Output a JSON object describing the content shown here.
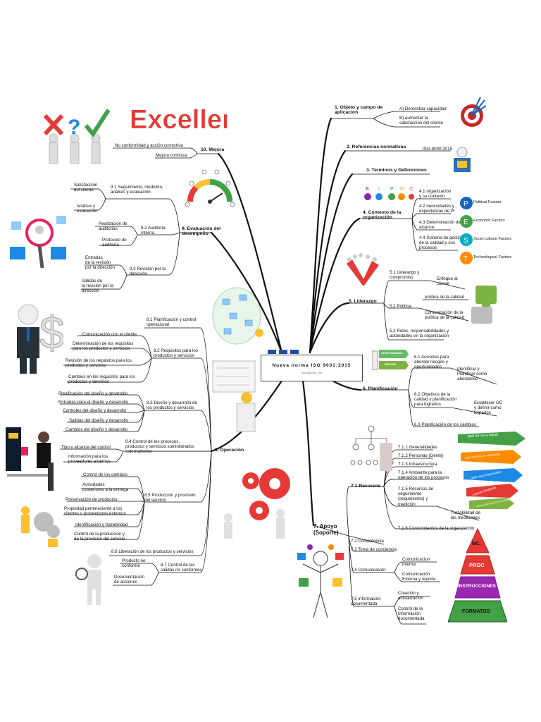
{
  "center": {
    "title": "Nueva norma ISO 9001:2015",
    "date": "14/12/2016 - v%"
  },
  "branches": {
    "b1": {
      "title": "1. Objeto y campo de\naplicacion",
      "a": "A) Demostrar capacidad",
      "b": "B) aumentar la\nsatisfaccion del cliente"
    },
    "b2": {
      "title": "2. Referencias normativas",
      "iso": "ISO-9000:2015"
    },
    "b3": {
      "title": "3. Terminos y Definiciones"
    },
    "b4": {
      "title": "4. Contexto de la\norganización",
      "s1": "4.1   organización\ny su contexto",
      "s2": "4.2   necesidades y\nexpectativas de PI",
      "s3": "4.3   Determinación del\nalcance",
      "s4": "4.4   Sistema de gestión\nde la calidad y sus\nprocesos"
    },
    "pest": {
      "p": "Political Factors",
      "e": "Economic Factors",
      "s": "Socio-cultural Factors",
      "t": "Technological Factors"
    },
    "b5": {
      "title": "5. Liderazgo",
      "s1": "5.1   Liderazgo y\ncompromiso",
      "s1a": "Enfoque al\ncliente",
      "s1b": "política de la calidad",
      "s2": "5.2   Política",
      "s2a": "Comunicación de la\npolítica de la calidad",
      "s3": "5.3   Roles, responsabilidades y\nautoridades en la organización"
    },
    "b6": {
      "title": "6. Planificación",
      "s1": "6.1   Acciones para\nabordar riesgos y\noportunidades",
      "s1a": "Identificar y\nPlanificar como\nabordarlos",
      "s2": "6.2   Objetivos de la\ncalidad y planificación\npara lograrlos",
      "s2a": "Establecer OC\ny definir como\nlograrlos",
      "s3": "6.3   Planificación de los cambios",
      "op": "OPORTUNIDADES",
      "ri": "RIESGOS"
    },
    "b7": {
      "title": "7. Apoyo\n(Soporte)",
      "s71": "7.1   Recursos",
      "s711": "7.1.1   Generalidades",
      "s712": "7.1.2   Personas (Gente)",
      "s713": "7.1.3   Infraestructura",
      "s714": "7.1.4   Ambiente para la\noperación de los procesos",
      "s715": "7.1.5   Recursos de\nseguimiento\n(seguimiento) y\nmedición",
      "s715a": "Trazabilidad de\nlas mediciones",
      "s716": "7.1.6   Conocimientos de la organización",
      "s72": "7.2   Competencia",
      "s73": "7.3   Toma de conciencia",
      "s74": "7.4   Comunicación",
      "s74a": "Comunicacion\ninterna",
      "s74b": "Comunicación\nExterna y reporte",
      "s75": "7.5   Información\ndocumentada",
      "s75a": "Creación y\nactualización",
      "s75b": "Control de la\ninformación\ndocumentada"
    },
    "pyramid": {
      "mc": "MC",
      "proc": "PROC",
      "ins": "INSTRUCCIONES",
      "form": "FORMATOS"
    },
    "arrows": {
      "a1": "qué se va a hacer",
      "a2": "qué recursos se requerirán",
      "a3": "quién será responsable",
      "a4": "cuándo finalizará",
      "a5": "cómo se evaluarán los resultados"
    },
    "b8": {
      "title": "8. Operación",
      "s1": "8.1   Planificación y control\noperacional",
      "s2": "8.2   Requisitos para los\nproductos y servicios",
      "s2a": "Comunicación con el cliente",
      "s2b": "Determinación de los requisitos\npara los productos y servicios",
      "s2c": "Revisión de los requisitos para los\nproductos y servicios",
      "s2d": "Cambios en los requisitos para los\nproductos y servicios",
      "s3": "8.3   Diseño y desarrollo de\nlos productos y servicios",
      "s3a": "Planificación del diseño y desarrollo",
      "s3b": "Entradas para el diseño y desarrollo",
      "s3c": "Controles del diseño y desarrollo",
      "s3d": "Salidas del diseño y desarrollo",
      "s3e": "Cambios del diseño y desarrollo",
      "s4": "8.4   Control de los procesos,\nproductos y servicios suministrados\nexternamente",
      "s4a": "Tipo y alcance del control",
      "s4b": "Información para los\nproveedores externos",
      "s5": "8.5   Producción y provisión\ndel servicio",
      "s5a": "Control de los cambios",
      "s5b": "Actividades\nposteriores a la entrega",
      "s5c": "Preservación de productos",
      "s5d": "Propiedad perteneciente a los\nclientes o proveedores externos",
      "s5e": "Identificación y trazabilidad",
      "s5f": "Control de la producción y\nde la provisión del servicio",
      "s6": "8.6   Liberación de los productos y servicios",
      "s7": "8.7   Control de las\nsalidas no conformes",
      "s7a": "Producto no\nconforme",
      "s7b": "Documentacion\nde acciones"
    },
    "b9": {
      "title": "9. Evaluación del\ndesempeño",
      "s1": "9.1   Seguimiento, medición,\nanálisis y evaluación",
      "s1a": "Satisfacción\ndel cliente",
      "s1b": "Análisis y\nevaluación",
      "s2": "9.2   Auditoría\ninterna",
      "s2a": "Realización de\nauditorias",
      "s2b": "Protocolo de\nauditoria",
      "s3": "9.3   Revisión por la\ndirección",
      "s3a": "Entradas\nde la revisión\npor la dirección",
      "s3b": "Salidas de\nla revisión por la\ndirección"
    },
    "b10": {
      "title": "10. Mejora",
      "a": "No conformidad y acción correctiva",
      "b": "Mejora continua"
    }
  },
  "excellence": "Excellence",
  "colors": {
    "line": "#111111",
    "red": "#e53935",
    "green": "#43a047",
    "blue": "#1e88e5",
    "orange": "#fb8c00"
  }
}
